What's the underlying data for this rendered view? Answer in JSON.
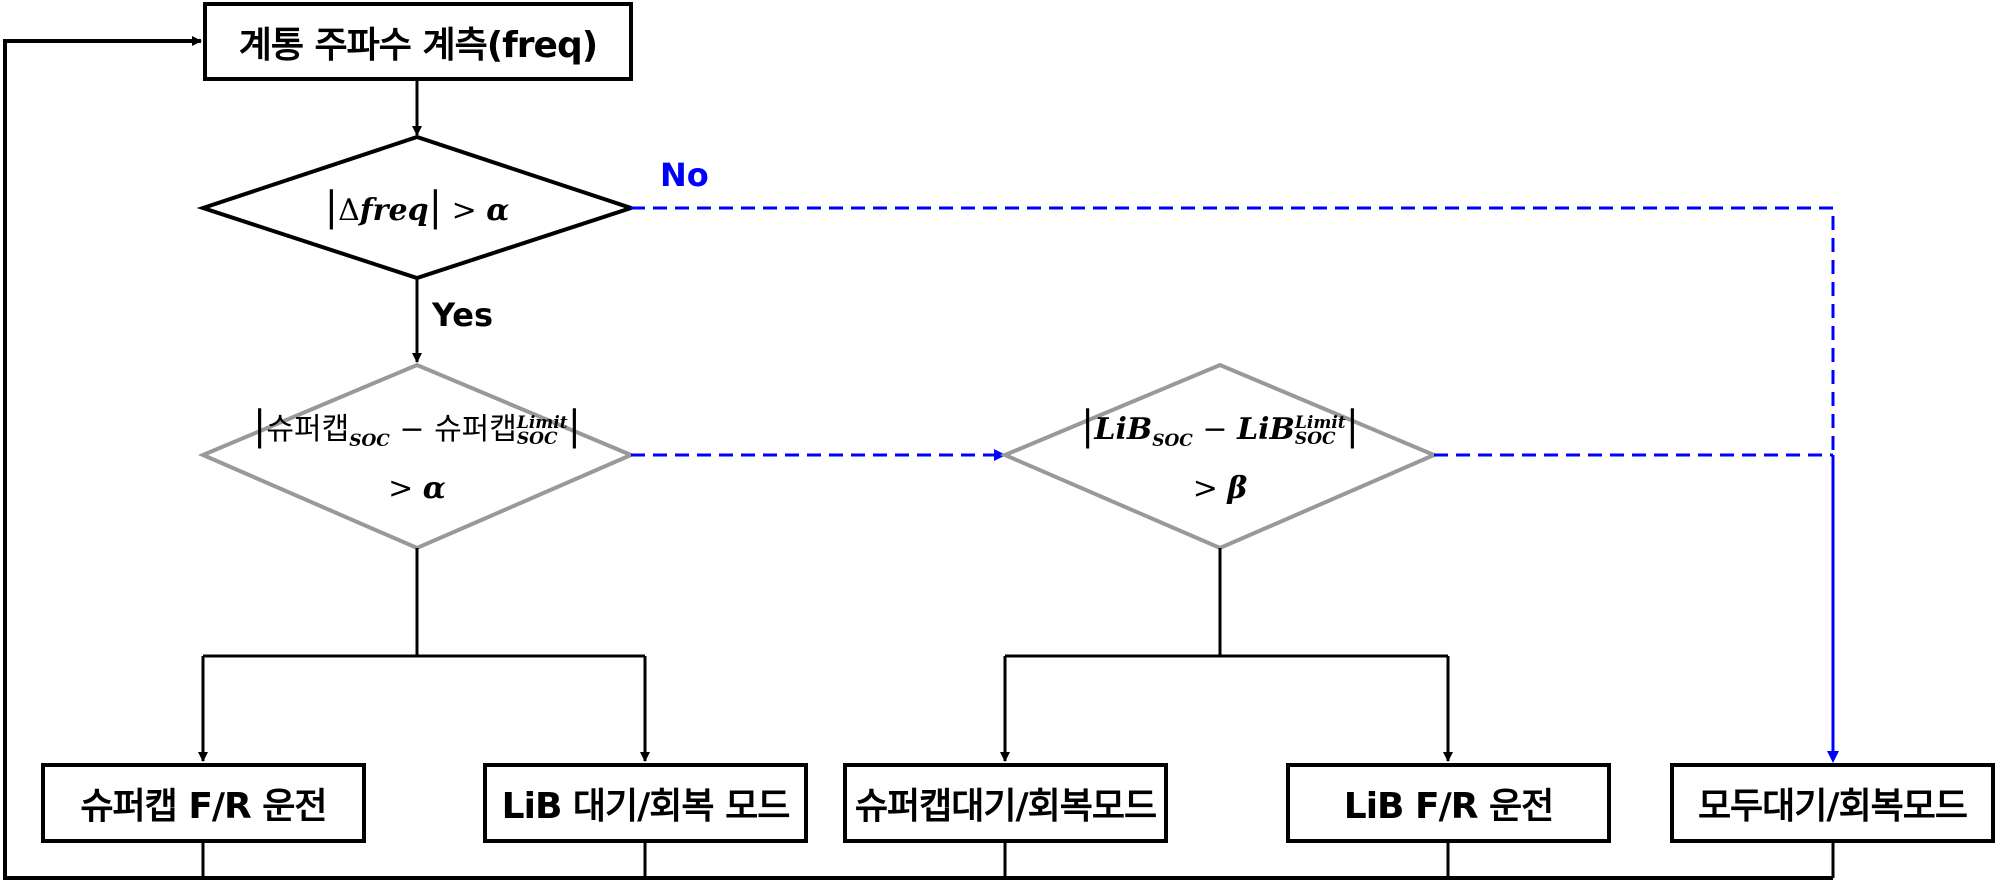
{
  "start_box": {
    "label": "계통 주파수 계측(freq)"
  },
  "decision_freq": {
    "abs_open": "|",
    "delta": "Δ",
    "var": "freq",
    "abs_close": "|",
    "op": " > ",
    "threshold": "α"
  },
  "branch_labels": {
    "yes": "Yes",
    "no": "No"
  },
  "decision_supercap": {
    "abs_open": "|",
    "name": "슈퍼캡",
    "sub": "SOC",
    "minus": " − ",
    "limit_sup": "Limit",
    "limit_sub": "SOC",
    "abs_close": "|",
    "op": "> ",
    "threshold": "α"
  },
  "decision_lib": {
    "abs_open": "|",
    "name": "LiB",
    "sub": "SOC",
    "minus": " − ",
    "limit_sup": "Limit",
    "limit_sub": "SOC",
    "abs_close": "|",
    "op": "> ",
    "threshold": "β"
  },
  "outcomes": [
    {
      "label": "슈퍼캡 F/R 운전"
    },
    {
      "label": "LiB 대기/회복 모드"
    },
    {
      "label": "슈퍼캡대기/회복모드"
    },
    {
      "label": "LiB F/R 운전"
    },
    {
      "label": "모두대기/회복모드"
    }
  ],
  "colors": {
    "line": "#000000",
    "dashed": "#0000ff",
    "gray_diamond": "#999999",
    "no_label": "#0000ff"
  }
}
